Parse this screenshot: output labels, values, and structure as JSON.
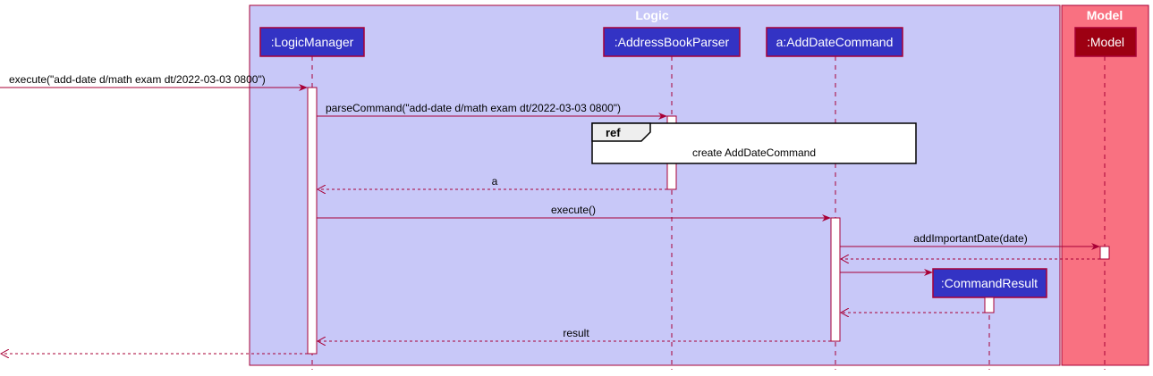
{
  "colors": {
    "logic_group_fill": "#C8C8F8",
    "model_group_fill": "#F97181",
    "group_border": "#A80036",
    "logic_title": "#FFFFFF",
    "model_title": "#FFFFFF",
    "participant_fill": "#3333C4",
    "model_participant_fill": "#9D0012",
    "participant_text": "#FFFFFF",
    "arrow": "#A80036",
    "activation_fill": "#FFFFFF",
    "ref_fill": "#FFFFFF",
    "ref_header_fill": "#EEEEEE"
  },
  "groups": {
    "logic": {
      "title": "Logic"
    },
    "model": {
      "title": "Model"
    }
  },
  "participants": {
    "logic_manager": ":LogicManager",
    "parser": ":AddressBookParser",
    "add_date_command": "a:AddDateCommand",
    "model": ":Model",
    "command_result": ":CommandResult"
  },
  "messages": {
    "execute_in": "execute(\"add-date d/math exam dt/2022-03-03 0800\")",
    "parse_command": "parseCommand(\"add-date d/math exam dt/2022-03-03 0800\")",
    "return_a": "a",
    "execute": "execute()",
    "add_important_date": "addImportantDate(date)",
    "return_result": "result"
  },
  "ref": {
    "tag": "ref",
    "text": "create AddDateCommand"
  }
}
